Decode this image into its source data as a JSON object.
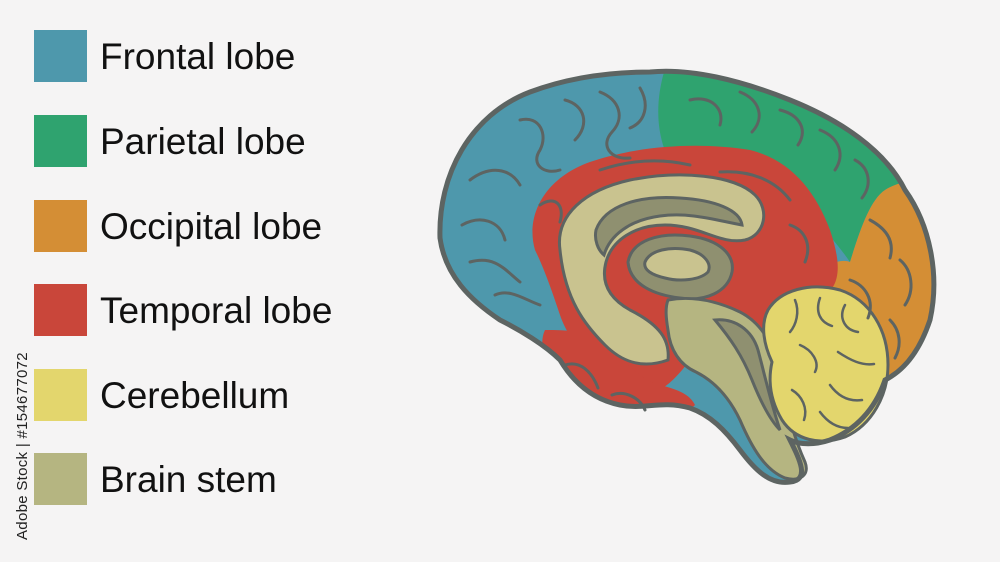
{
  "legend": {
    "items": [
      {
        "label": "Frontal lobe",
        "color": "#4e98ac"
      },
      {
        "label": "Parietal lobe",
        "color": "#2fa36f"
      },
      {
        "label": "Occipital lobe",
        "color": "#d48e35"
      },
      {
        "label": "Temporal lobe",
        "color": "#c9463a"
      },
      {
        "label": "Cerebellum",
        "color": "#e3d66d"
      },
      {
        "label": "Brain stem",
        "color": "#b5b581"
      }
    ]
  },
  "colors": {
    "background": "#f5f4f4",
    "outline": "#5d6462",
    "inner_gray": "#8f9070",
    "corpus": "#c9c38f"
  },
  "credit": "Adobe Stock | #154677072"
}
